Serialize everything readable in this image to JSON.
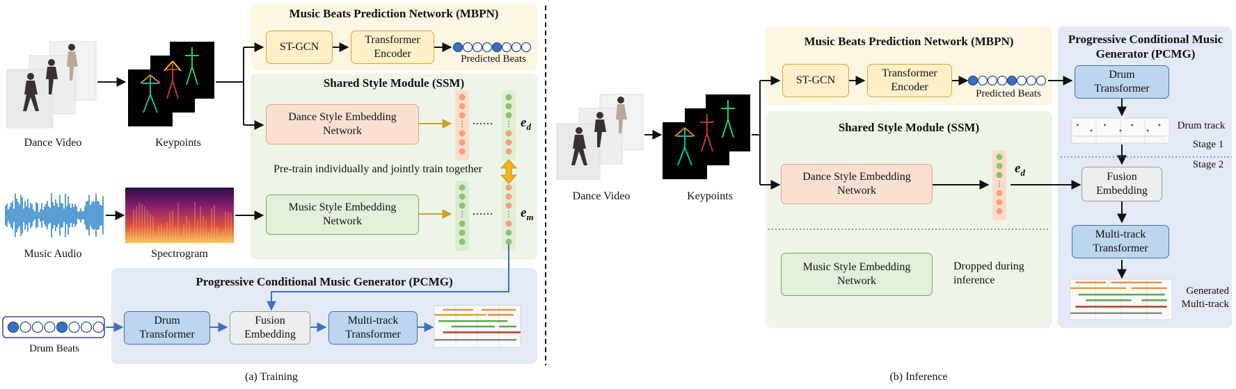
{
  "training": {
    "caption": "(a) Training",
    "dance_video": "Dance Video",
    "keypoints": "Keypoints",
    "music_audio": "Music Audio",
    "spectrogram": "Spectrogram",
    "drum_beats": "Drum Beats",
    "mbpn_title": "Music Beats Prediction Network (MBPN)",
    "stgcn": "ST-GCN",
    "transformer_encoder": "Transformer Encoder",
    "predicted_beats": "Predicted Beats",
    "ssm_title": "Shared Style Module (SSM)",
    "dance_style": "Dance Style Embedding Network",
    "music_style": "Music Style Embedding Network",
    "pretrain_text": "Pre-train individually and jointly train together",
    "ed": "e",
    "ed_sub": "d",
    "em": "e",
    "em_sub": "m",
    "pcmg_title": "Progressive Conditional Music Generator (PCMG)",
    "drum_transformer": "Drum Transformer",
    "fusion_embedding": "Fusion Embedding",
    "multitrack_transformer": "Multi-track Transformer"
  },
  "inference": {
    "caption": "(b) Inference",
    "dance_video": "Dance Video",
    "keypoints": "Keypoints",
    "mbpn_title": "Music Beats Prediction Network (MBPN)",
    "stgcn": "ST-GCN",
    "transformer_encoder": "Transformer Encoder",
    "predicted_beats": "Predicted Beats",
    "ssm_title": "Shared Style Module (SSM)",
    "dance_style": "Dance Style Embedding Network",
    "ed": "e",
    "ed_sub": "d",
    "music_style": "Music Style Embedding Network",
    "dropped": "Dropped during inference",
    "pcmg_title": "Progressive Conditional Music Generator (PCMG)",
    "drum_transformer": "Drum Transformer",
    "drum_track": "Drum track",
    "stage1": "Stage 1",
    "stage2": "Stage 2",
    "fusion_embedding": "Fusion Embedding",
    "multitrack_transformer": "Multi-track Transformer",
    "generated": "Generated Multi-track"
  },
  "colors": {
    "mbpn_bg": "#fdf6e3",
    "ssm_bg": "#eef5e8",
    "pcmg_bg": "#e3e9f6",
    "beat_filled": "#3b6fc4",
    "arrow_gold": "#c9a227",
    "arrow_blue": "#3e6fc4"
  }
}
